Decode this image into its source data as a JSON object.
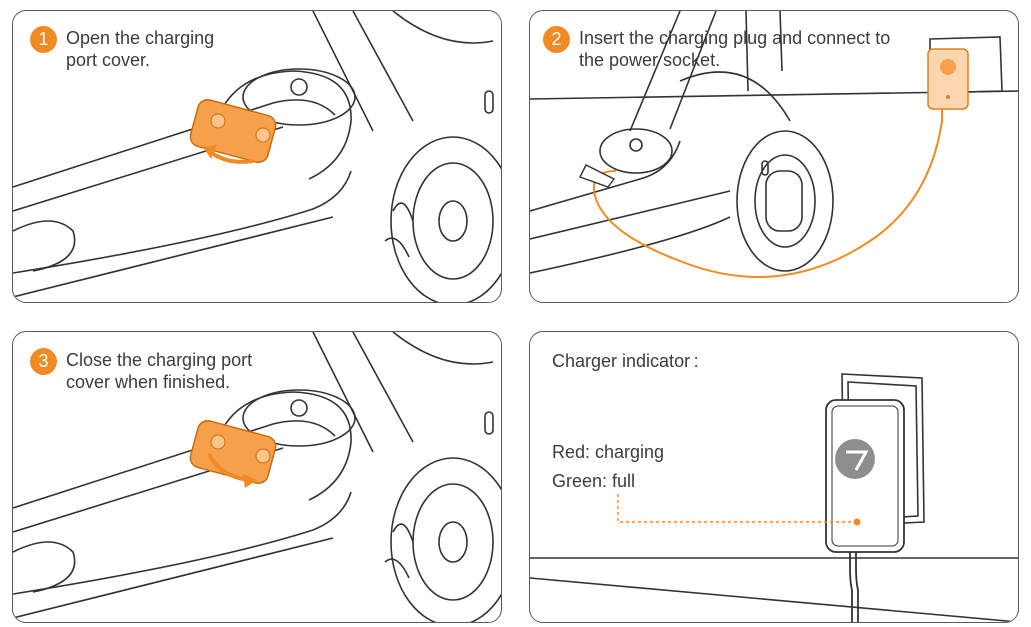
{
  "accent_color": "#f08a24",
  "steps": [
    {
      "number": "1",
      "line1": "Open the charging",
      "line2": "port cover."
    },
    {
      "number": "2",
      "line1": "Insert the charging plug and connect to",
      "line2": "the  power socket."
    },
    {
      "number": "3",
      "line1": "Close the charging port",
      "line2": "cover when finished."
    }
  ],
  "indicator": {
    "title": "Charger indicator :",
    "red": "Red: charging",
    "green": "Green: full"
  },
  "icons": [
    "scooter-illustration",
    "charging-port-cover-icon",
    "rotation-arrow-icon",
    "charger-adapter-icon",
    "wall-socket-icon",
    "brand-logo-icon"
  ]
}
